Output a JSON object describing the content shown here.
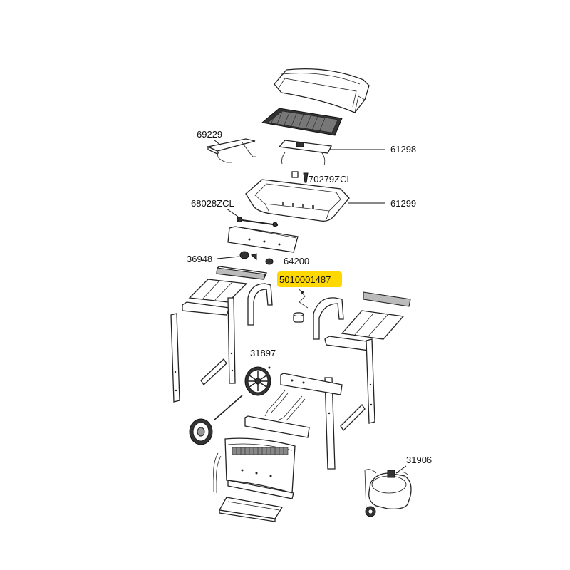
{
  "colors": {
    "highlight": "#ffd800",
    "line": "#222222",
    "background": "#ffffff"
  },
  "labels": {
    "p69229": "69229",
    "p61298": "61298",
    "p70279ZCL": "70279ZCL",
    "p68028ZCL": "68028ZCL",
    "p61299": "61299",
    "p36948": "36948",
    "p64200": "64200",
    "p5010001487": "5010001487",
    "p31897": "31897",
    "p31906": "31906"
  }
}
